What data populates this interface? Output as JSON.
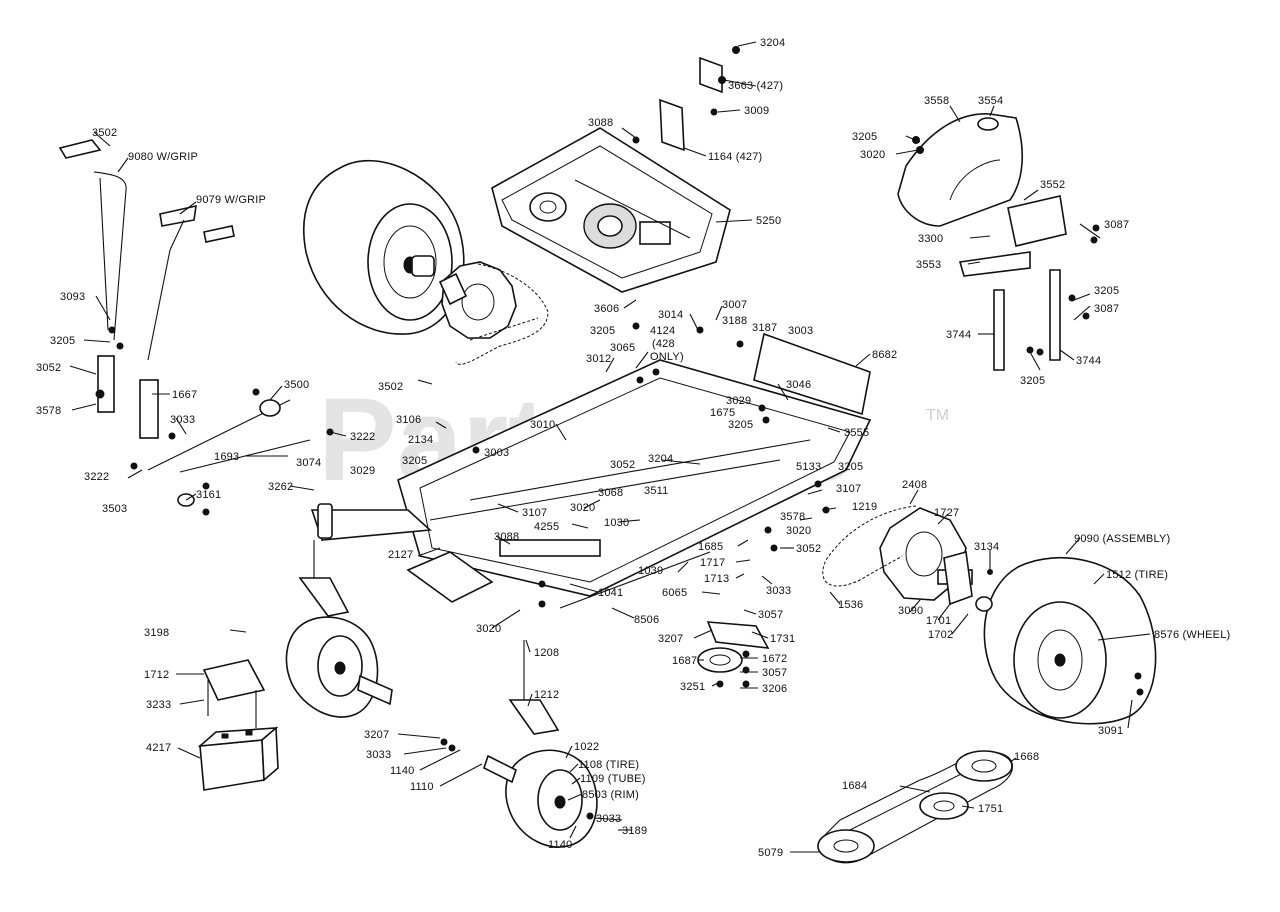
{
  "watermark": "PartsTree",
  "trademark": "TM",
  "icons": [
    "tire-icon",
    "battery-icon",
    "fuel-tank-icon",
    "pulley-icon",
    "chain-icon",
    "sprocket-icon"
  ],
  "callouts": [
    "3204",
    "3663 (427)",
    "3009",
    "3088",
    "1164 (427)",
    "5250",
    "3502",
    "9080 W/GRIP",
    "9079 W/GRIP",
    "3093",
    "3205",
    "3052",
    "3578",
    "1667",
    "3033",
    "3500",
    "3222",
    "1693",
    "3074",
    "3029",
    "3222",
    "3503",
    "3161",
    "3262",
    "3606",
    "3014",
    "3007",
    "3188",
    "3187",
    "3003",
    "3205",
    "4124",
    "(428",
    "ONLY)",
    "3065",
    "3012",
    "3502",
    "3106",
    "2134",
    "3010",
    "3205",
    "3003",
    "3052",
    "3204",
    "3068",
    "3511",
    "3020",
    "1030",
    "3107",
    "4255",
    "3088",
    "2127",
    "1041",
    "8506",
    "1039",
    "3020",
    "1208",
    "1212",
    "3198",
    "1712",
    "3233",
    "4217",
    "3207",
    "3033",
    "1140",
    "1110",
    "1022",
    "1108 (TIRE)",
    "1109 (TUBE)",
    "8503 (RIM)",
    "3033",
    "3189",
    "1140",
    "8682",
    "3046",
    "3029",
    "1675",
    "3205",
    "3555",
    "5133",
    "3205",
    "3107",
    "1219",
    "3578",
    "3020",
    "3052",
    "1685",
    "1717",
    "1713",
    "3033",
    "6065",
    "3057",
    "3207",
    "1731",
    "1687",
    "1672",
    "3057",
    "3251",
    "3206",
    "2408",
    "1727",
    "1536",
    "3090",
    "1701",
    "1702",
    "3134",
    "9090 (ASSEMBLY)",
    "1512 (TIRE)",
    "8576 (WHEEL)",
    "3091",
    "1668",
    "1684",
    "1751",
    "5079",
    "3558",
    "3554",
    "3205",
    "3020",
    "3552",
    "3087",
    "3300",
    "3553",
    "3205",
    "3087",
    "3744",
    "3744",
    "3205"
  ]
}
